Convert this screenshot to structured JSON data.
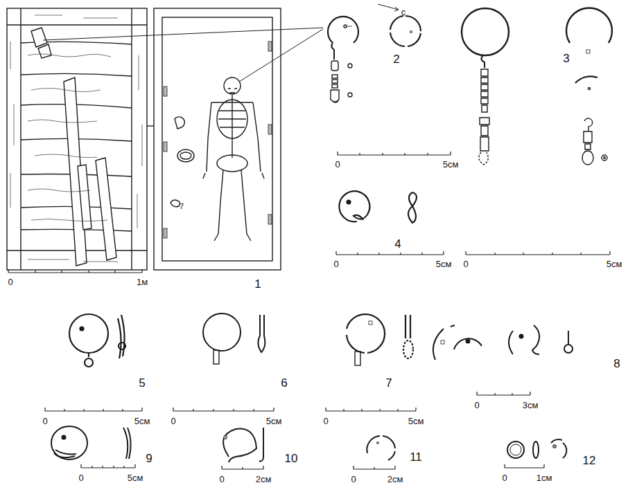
{
  "diagram": {
    "labels": [
      "с",
      "2",
      "3",
      "0",
      "5см",
      "0",
      "1м",
      "4",
      "0",
      "5см",
      "0",
      "5см",
      "1",
      "7",
      "5",
      "6",
      "7",
      "8",
      "0",
      "3см",
      "0",
      "5см",
      "0",
      "5см",
      "0",
      "5см",
      "9",
      "10",
      "11",
      "12",
      "0",
      "5см",
      "0",
      "2см",
      "0",
      "2см",
      "0",
      "1см"
    ]
  }
}
